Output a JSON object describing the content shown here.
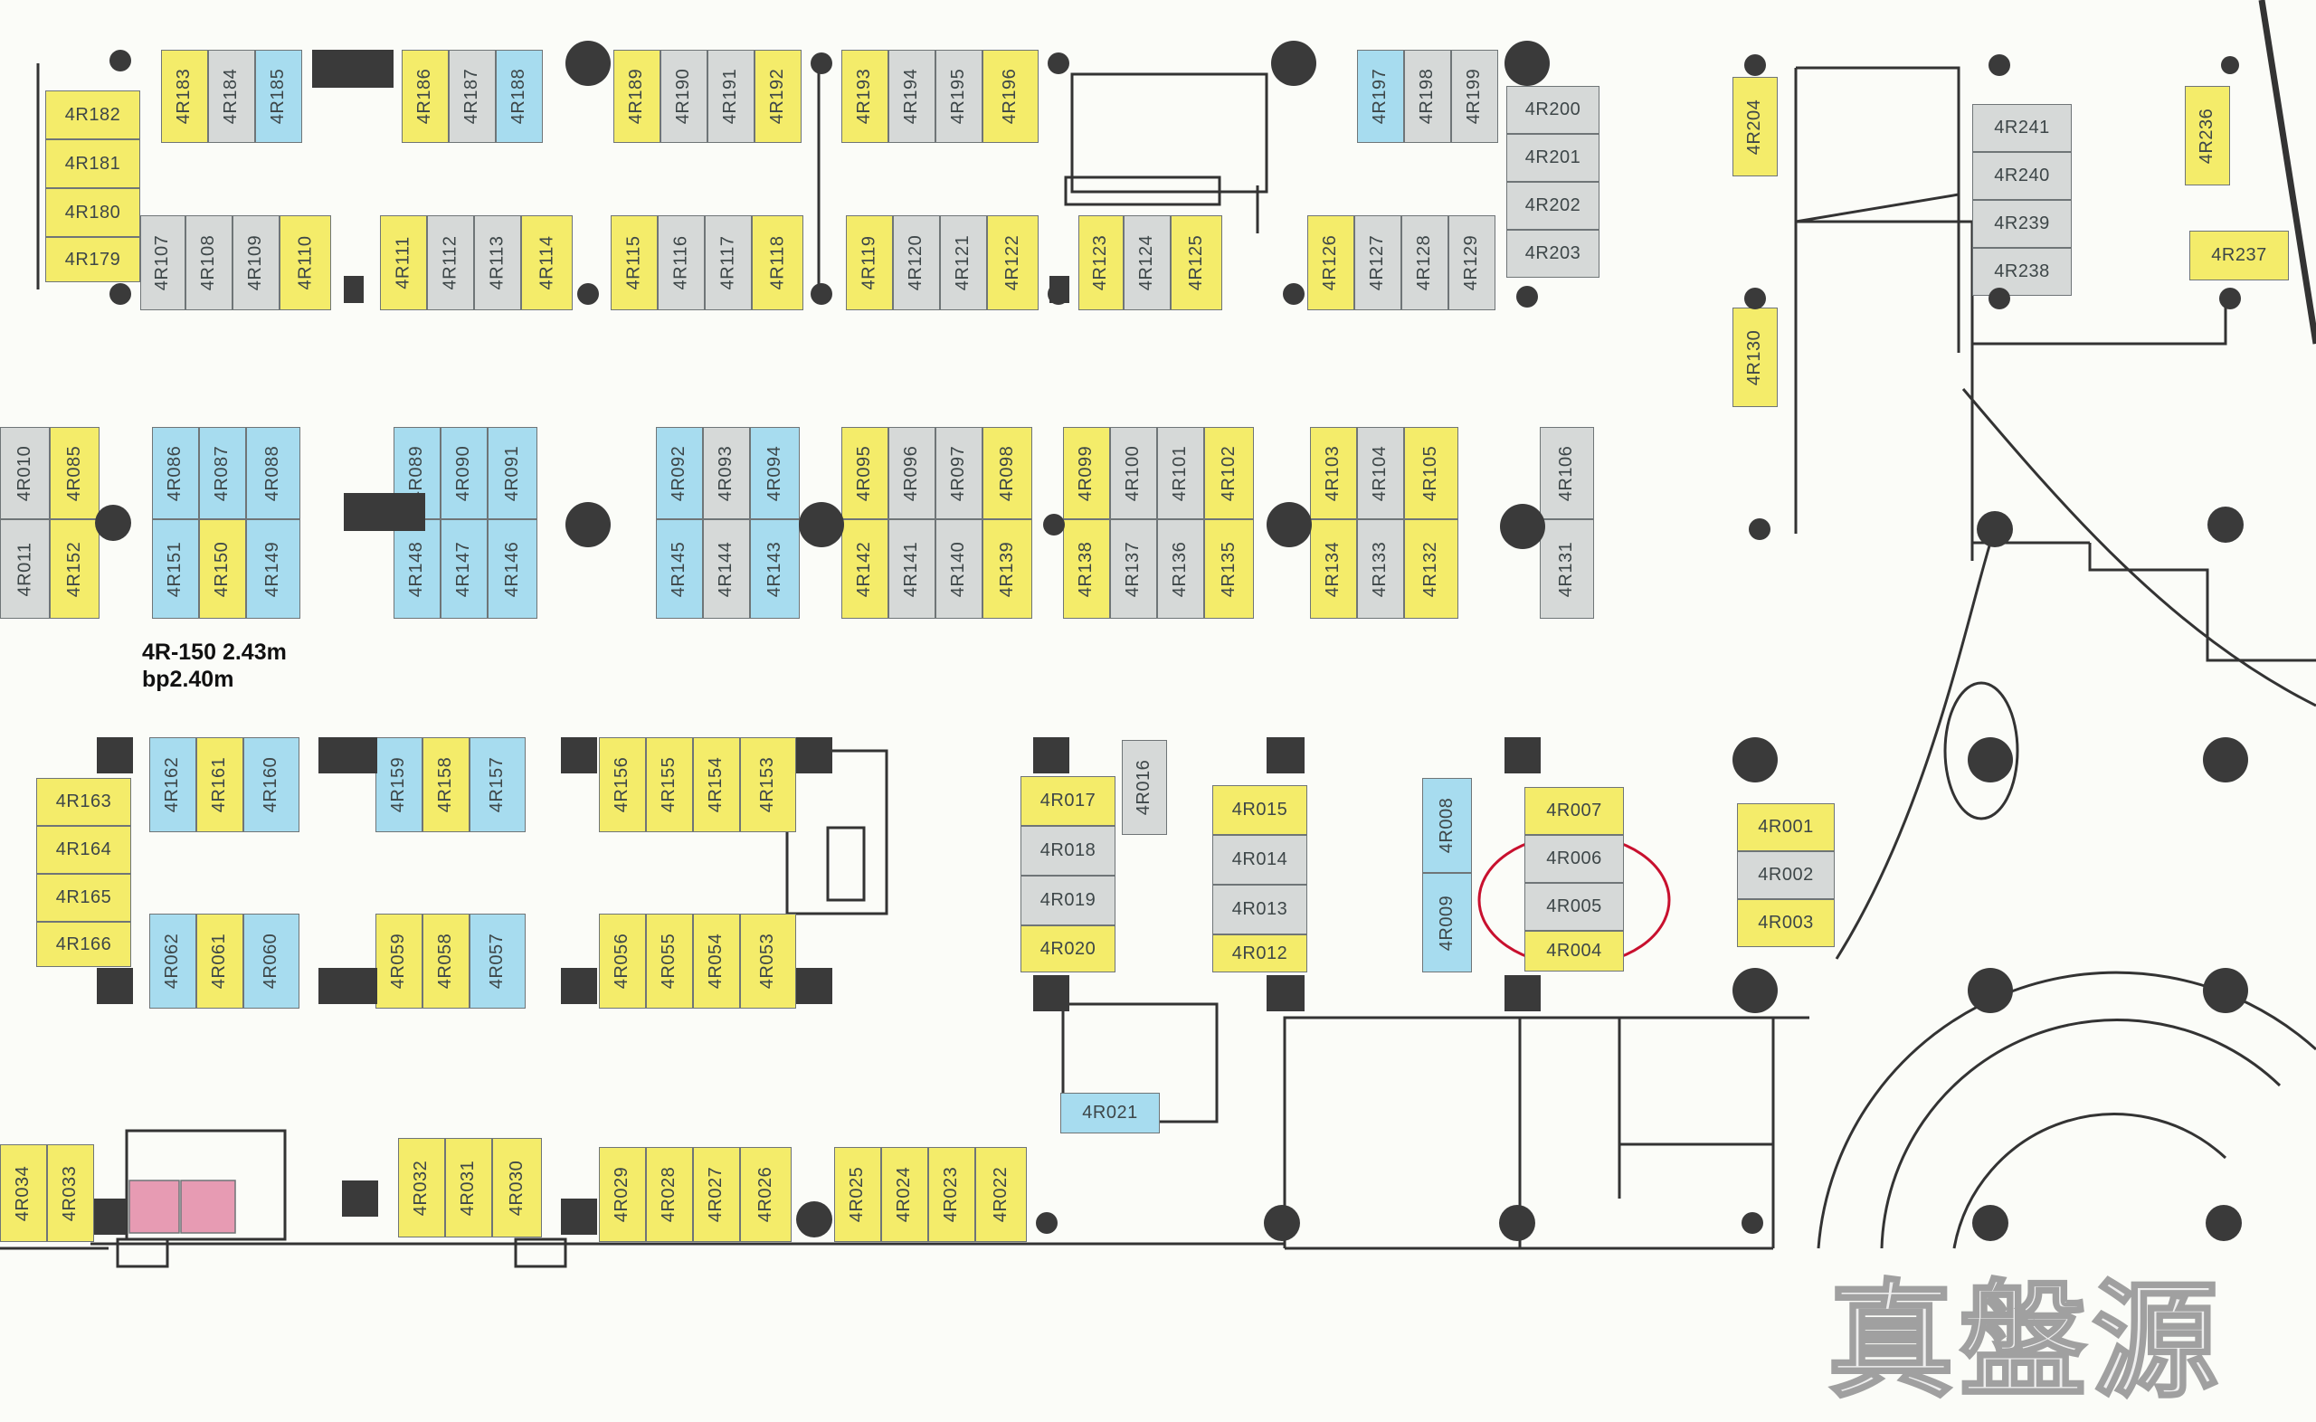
{
  "map": {
    "annotation": {
      "line1": "4R-150 2.43m",
      "line2": "bp2.40m"
    },
    "highlighted_units": [
      "4R006",
      "4R005"
    ],
    "watermark": "真盤源",
    "units": [
      {
        "id": "4R182",
        "c": "yellow"
      },
      {
        "id": "4R181",
        "c": "yellow"
      },
      {
        "id": "4R180",
        "c": "yellow"
      },
      {
        "id": "4R179",
        "c": "yellow"
      },
      {
        "id": "4R183",
        "c": "yellow"
      },
      {
        "id": "4R184",
        "c": "grey"
      },
      {
        "id": "4R185",
        "c": "blue"
      },
      {
        "id": "4R186",
        "c": "yellow"
      },
      {
        "id": "4R187",
        "c": "grey"
      },
      {
        "id": "4R188",
        "c": "blue"
      },
      {
        "id": "4R189",
        "c": "yellow"
      },
      {
        "id": "4R190",
        "c": "grey"
      },
      {
        "id": "4R191",
        "c": "grey"
      },
      {
        "id": "4R192",
        "c": "yellow"
      },
      {
        "id": "4R193",
        "c": "yellow"
      },
      {
        "id": "4R194",
        "c": "grey"
      },
      {
        "id": "4R195",
        "c": "grey"
      },
      {
        "id": "4R196",
        "c": "yellow"
      },
      {
        "id": "4R197",
        "c": "blue"
      },
      {
        "id": "4R198",
        "c": "grey"
      },
      {
        "id": "4R199",
        "c": "grey"
      },
      {
        "id": "4R200",
        "c": "grey"
      },
      {
        "id": "4R201",
        "c": "grey"
      },
      {
        "id": "4R202",
        "c": "grey"
      },
      {
        "id": "4R203",
        "c": "grey"
      },
      {
        "id": "4R107",
        "c": "grey"
      },
      {
        "id": "4R108",
        "c": "grey"
      },
      {
        "id": "4R109",
        "c": "grey"
      },
      {
        "id": "4R110",
        "c": "yellow"
      },
      {
        "id": "4R111",
        "c": "yellow"
      },
      {
        "id": "4R112",
        "c": "grey"
      },
      {
        "id": "4R113",
        "c": "grey"
      },
      {
        "id": "4R114",
        "c": "yellow"
      },
      {
        "id": "4R115",
        "c": "yellow"
      },
      {
        "id": "4R116",
        "c": "grey"
      },
      {
        "id": "4R117",
        "c": "grey"
      },
      {
        "id": "4R118",
        "c": "yellow"
      },
      {
        "id": "4R119",
        "c": "yellow"
      },
      {
        "id": "4R120",
        "c": "grey"
      },
      {
        "id": "4R121",
        "c": "grey"
      },
      {
        "id": "4R122",
        "c": "yellow"
      },
      {
        "id": "4R123",
        "c": "yellow"
      },
      {
        "id": "4R124",
        "c": "grey"
      },
      {
        "id": "4R125",
        "c": "yellow"
      },
      {
        "id": "4R126",
        "c": "yellow"
      },
      {
        "id": "4R127",
        "c": "grey"
      },
      {
        "id": "4R128",
        "c": "grey"
      },
      {
        "id": "4R129",
        "c": "grey"
      },
      {
        "id": "4R204",
        "c": "yellow"
      },
      {
        "id": "4R130",
        "c": "yellow"
      },
      {
        "id": "4R241",
        "c": "grey"
      },
      {
        "id": "4R240",
        "c": "grey"
      },
      {
        "id": "4R239",
        "c": "grey"
      },
      {
        "id": "4R238",
        "c": "grey"
      },
      {
        "id": "4R236",
        "c": "yellow"
      },
      {
        "id": "4R237",
        "c": "yellow"
      },
      {
        "id": "4R010",
        "c": "grey"
      },
      {
        "id": "4R085",
        "c": "yellow"
      },
      {
        "id": "4R011",
        "c": "grey"
      },
      {
        "id": "4R152",
        "c": "yellow"
      },
      {
        "id": "4R086",
        "c": "blue"
      },
      {
        "id": "4R087",
        "c": "blue"
      },
      {
        "id": "4R088",
        "c": "blue"
      },
      {
        "id": "4R151",
        "c": "blue"
      },
      {
        "id": "4R150",
        "c": "yellow"
      },
      {
        "id": "4R149",
        "c": "blue"
      },
      {
        "id": "4R089",
        "c": "blue"
      },
      {
        "id": "4R090",
        "c": "blue"
      },
      {
        "id": "4R091",
        "c": "blue"
      },
      {
        "id": "4R148",
        "c": "blue"
      },
      {
        "id": "4R147",
        "c": "blue"
      },
      {
        "id": "4R146",
        "c": "blue"
      },
      {
        "id": "4R092",
        "c": "blue"
      },
      {
        "id": "4R093",
        "c": "grey"
      },
      {
        "id": "4R094",
        "c": "blue"
      },
      {
        "id": "4R145",
        "c": "blue"
      },
      {
        "id": "4R144",
        "c": "grey"
      },
      {
        "id": "4R143",
        "c": "blue"
      },
      {
        "id": "4R095",
        "c": "yellow"
      },
      {
        "id": "4R096",
        "c": "grey"
      },
      {
        "id": "4R097",
        "c": "grey"
      },
      {
        "id": "4R098",
        "c": "yellow"
      },
      {
        "id": "4R142",
        "c": "yellow"
      },
      {
        "id": "4R141",
        "c": "grey"
      },
      {
        "id": "4R140",
        "c": "grey"
      },
      {
        "id": "4R139",
        "c": "yellow"
      },
      {
        "id": "4R099",
        "c": "yellow"
      },
      {
        "id": "4R100",
        "c": "grey"
      },
      {
        "id": "4R101",
        "c": "grey"
      },
      {
        "id": "4R102",
        "c": "yellow"
      },
      {
        "id": "4R138",
        "c": "yellow"
      },
      {
        "id": "4R137",
        "c": "grey"
      },
      {
        "id": "4R136",
        "c": "grey"
      },
      {
        "id": "4R135",
        "c": "yellow"
      },
      {
        "id": "4R103",
        "c": "yellow"
      },
      {
        "id": "4R104",
        "c": "grey"
      },
      {
        "id": "4R105",
        "c": "yellow"
      },
      {
        "id": "4R134",
        "c": "yellow"
      },
      {
        "id": "4R133",
        "c": "grey"
      },
      {
        "id": "4R132",
        "c": "yellow"
      },
      {
        "id": "4R106",
        "c": "grey"
      },
      {
        "id": "4R131",
        "c": "grey"
      },
      {
        "id": "4R163",
        "c": "yellow"
      },
      {
        "id": "4R164",
        "c": "yellow"
      },
      {
        "id": "4R165",
        "c": "yellow"
      },
      {
        "id": "4R166",
        "c": "yellow"
      },
      {
        "id": "4R162",
        "c": "blue"
      },
      {
        "id": "4R161",
        "c": "yellow"
      },
      {
        "id": "4R160",
        "c": "blue"
      },
      {
        "id": "4R159",
        "c": "blue"
      },
      {
        "id": "4R158",
        "c": "yellow"
      },
      {
        "id": "4R157",
        "c": "blue"
      },
      {
        "id": "4R156",
        "c": "yellow"
      },
      {
        "id": "4R155",
        "c": "yellow"
      },
      {
        "id": "4R154",
        "c": "yellow"
      },
      {
        "id": "4R153",
        "c": "yellow"
      },
      {
        "id": "4R062",
        "c": "blue"
      },
      {
        "id": "4R061",
        "c": "yellow"
      },
      {
        "id": "4R060",
        "c": "blue"
      },
      {
        "id": "4R059",
        "c": "yellow"
      },
      {
        "id": "4R058",
        "c": "yellow"
      },
      {
        "id": "4R057",
        "c": "blue"
      },
      {
        "id": "4R056",
        "c": "yellow"
      },
      {
        "id": "4R055",
        "c": "yellow"
      },
      {
        "id": "4R054",
        "c": "yellow"
      },
      {
        "id": "4R053",
        "c": "yellow"
      },
      {
        "id": "4R017",
        "c": "yellow"
      },
      {
        "id": "4R018",
        "c": "grey"
      },
      {
        "id": "4R019",
        "c": "grey"
      },
      {
        "id": "4R020",
        "c": "yellow"
      },
      {
        "id": "4R016",
        "c": "grey"
      },
      {
        "id": "4R015",
        "c": "yellow"
      },
      {
        "id": "4R014",
        "c": "grey"
      },
      {
        "id": "4R013",
        "c": "grey"
      },
      {
        "id": "4R012",
        "c": "yellow"
      },
      {
        "id": "4R008",
        "c": "blue"
      },
      {
        "id": "4R009",
        "c": "blue"
      },
      {
        "id": "4R007",
        "c": "yellow"
      },
      {
        "id": "4R006",
        "c": "grey"
      },
      {
        "id": "4R005",
        "c": "grey"
      },
      {
        "id": "4R004",
        "c": "yellow"
      },
      {
        "id": "4R001",
        "c": "yellow"
      },
      {
        "id": "4R002",
        "c": "grey"
      },
      {
        "id": "4R003",
        "c": "yellow"
      },
      {
        "id": "4R021",
        "c": "blue"
      },
      {
        "id": "4R034",
        "c": "yellow"
      },
      {
        "id": "4R033",
        "c": "yellow"
      },
      {
        "id": "4R032",
        "c": "yellow"
      },
      {
        "id": "4R031",
        "c": "yellow"
      },
      {
        "id": "4R030",
        "c": "yellow"
      },
      {
        "id": "4R029",
        "c": "yellow"
      },
      {
        "id": "4R028",
        "c": "yellow"
      },
      {
        "id": "4R027",
        "c": "yellow"
      },
      {
        "id": "4R026",
        "c": "yellow"
      },
      {
        "id": "4R025",
        "c": "yellow"
      },
      {
        "id": "4R024",
        "c": "yellow"
      },
      {
        "id": "4R023",
        "c": "yellow"
      },
      {
        "id": "4R022",
        "c": "yellow"
      }
    ]
  }
}
